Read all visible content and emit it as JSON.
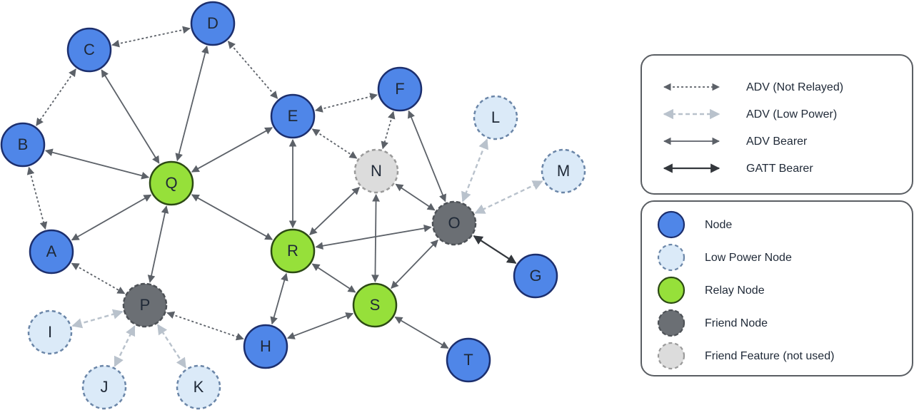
{
  "colors": {
    "node_fill": "#4f86e8",
    "node_stroke": "#1c2f6e",
    "low_power_fill": "#dbeaf8",
    "low_power_stroke": "#6b86a8",
    "relay_fill": "#96e03a",
    "relay_stroke": "#2c4a14",
    "friend_fill": "#6b6f74",
    "friend_stroke": "#4e5257",
    "friend_feature_fill": "#dcdcdc",
    "friend_feature_stroke": "#9a9a9a",
    "edge_dark": "#5c6168",
    "edge_light": "#b9c2cc"
  },
  "nodes": [
    {
      "id": "A",
      "label": "A",
      "type": "node"
    },
    {
      "id": "B",
      "label": "B",
      "type": "node"
    },
    {
      "id": "C",
      "label": "C",
      "type": "node"
    },
    {
      "id": "D",
      "label": "D",
      "type": "node"
    },
    {
      "id": "E",
      "label": "E",
      "type": "node"
    },
    {
      "id": "F",
      "label": "F",
      "type": "node"
    },
    {
      "id": "G",
      "label": "G",
      "type": "node"
    },
    {
      "id": "H",
      "label": "H",
      "type": "node"
    },
    {
      "id": "T",
      "label": "T",
      "type": "node"
    },
    {
      "id": "I",
      "label": "I",
      "type": "low_power"
    },
    {
      "id": "J",
      "label": "J",
      "type": "low_power"
    },
    {
      "id": "K",
      "label": "K",
      "type": "low_power"
    },
    {
      "id": "L",
      "label": "L",
      "type": "low_power"
    },
    {
      "id": "M",
      "label": "M",
      "type": "low_power"
    },
    {
      "id": "Q",
      "label": "Q",
      "type": "relay"
    },
    {
      "id": "R",
      "label": "R",
      "type": "relay"
    },
    {
      "id": "S",
      "label": "S",
      "type": "relay"
    },
    {
      "id": "O",
      "label": "O",
      "type": "friend"
    },
    {
      "id": "P",
      "label": "P",
      "type": "friend"
    },
    {
      "id": "N",
      "label": "N",
      "type": "friend_feature"
    }
  ],
  "edges": [
    {
      "from": "C",
      "to": "D",
      "kind": "adv_not_relayed"
    },
    {
      "from": "C",
      "to": "B",
      "kind": "adv_not_relayed"
    },
    {
      "from": "B",
      "to": "A",
      "kind": "adv_not_relayed"
    },
    {
      "from": "D",
      "to": "E",
      "kind": "adv_not_relayed"
    },
    {
      "from": "E",
      "to": "F",
      "kind": "adv_not_relayed"
    },
    {
      "from": "E",
      "to": "N",
      "kind": "adv_not_relayed"
    },
    {
      "from": "F",
      "to": "N",
      "kind": "adv_not_relayed"
    },
    {
      "from": "A",
      "to": "P",
      "kind": "adv_not_relayed"
    },
    {
      "from": "P",
      "to": "H",
      "kind": "adv_not_relayed"
    },
    {
      "from": "P",
      "to": "I",
      "kind": "adv_low_power"
    },
    {
      "from": "P",
      "to": "J",
      "kind": "adv_low_power"
    },
    {
      "from": "P",
      "to": "K",
      "kind": "adv_low_power"
    },
    {
      "from": "O",
      "to": "L",
      "kind": "adv_low_power"
    },
    {
      "from": "O",
      "to": "M",
      "kind": "adv_low_power"
    },
    {
      "from": "Q",
      "to": "C",
      "kind": "adv_bearer"
    },
    {
      "from": "Q",
      "to": "D",
      "kind": "adv_bearer"
    },
    {
      "from": "Q",
      "to": "B",
      "kind": "adv_bearer"
    },
    {
      "from": "Q",
      "to": "A",
      "kind": "adv_bearer"
    },
    {
      "from": "Q",
      "to": "E",
      "kind": "adv_bearer"
    },
    {
      "from": "Q",
      "to": "R",
      "kind": "adv_bearer"
    },
    {
      "from": "Q",
      "to": "P",
      "kind": "adv_bearer"
    },
    {
      "from": "E",
      "to": "R",
      "kind": "adv_bearer"
    },
    {
      "from": "N",
      "to": "R",
      "kind": "adv_bearer"
    },
    {
      "from": "N",
      "to": "S",
      "kind": "adv_bearer"
    },
    {
      "from": "N",
      "to": "O",
      "kind": "adv_bearer"
    },
    {
      "from": "F",
      "to": "O",
      "kind": "adv_bearer"
    },
    {
      "from": "R",
      "to": "O",
      "kind": "adv_bearer"
    },
    {
      "from": "R",
      "to": "S",
      "kind": "adv_bearer"
    },
    {
      "from": "R",
      "to": "H",
      "kind": "adv_bearer"
    },
    {
      "from": "S",
      "to": "H",
      "kind": "adv_bearer"
    },
    {
      "from": "S",
      "to": "O",
      "kind": "adv_bearer"
    },
    {
      "from": "S",
      "to": "T",
      "kind": "adv_bearer"
    },
    {
      "from": "O",
      "to": "G",
      "kind": "gatt_bearer"
    }
  ],
  "legend_connections": [
    {
      "kind": "adv_not_relayed",
      "label": "ADV (Not Relayed)"
    },
    {
      "kind": "adv_low_power",
      "label": "ADV (Low Power)"
    },
    {
      "kind": "adv_bearer",
      "label": "ADV Bearer"
    },
    {
      "kind": "gatt_bearer",
      "label": "GATT Bearer"
    }
  ],
  "legend_nodes": [
    {
      "type": "node",
      "label": "Node"
    },
    {
      "type": "low_power",
      "label": "Low Power Node"
    },
    {
      "type": "relay",
      "label": "Relay Node"
    },
    {
      "type": "friend",
      "label": "Friend Node"
    },
    {
      "type": "friend_feature",
      "label": "Friend Feature (not used)"
    }
  ]
}
